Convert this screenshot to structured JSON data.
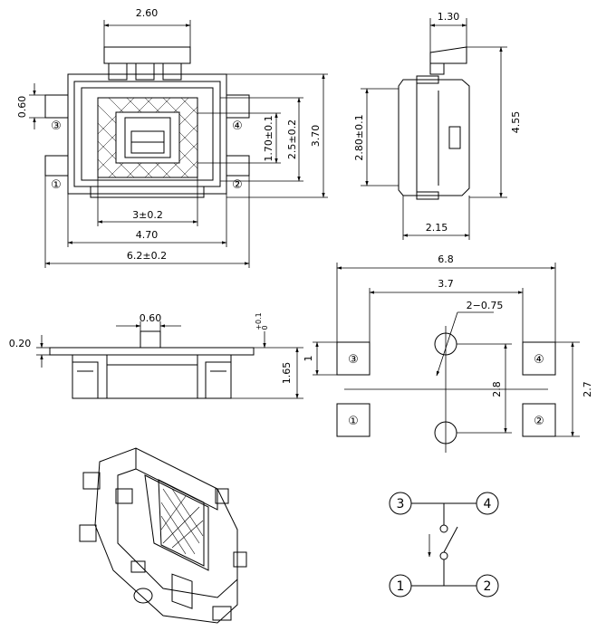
{
  "top_view": {
    "dim_width_actuator": "2.60",
    "dim_height_pin": "0.60",
    "dim_height_inner": "1.70±0.1",
    "dim_height_cap": "2.5±0.2",
    "dim_height_body": "3.70",
    "dim_width_button": "3±0.2",
    "dim_width_body": "4.70",
    "dim_width_total": "6.2±0.2",
    "pin_labels": [
      "①",
      "②",
      "③",
      "④"
    ]
  },
  "right_view": {
    "dim_actuator": "1.30",
    "dim_height_total": "4.55",
    "dim_height_body": "2.80±0.1",
    "dim_width": "2.15"
  },
  "front_view": {
    "dim_actuator": "0.60",
    "dim_tolerance_top": "+0.1",
    "dim_tolerance_bottom": "0",
    "dim_pin_thickness": "0.20",
    "dim_height": "1.65"
  },
  "pcb_layout": {
    "dim_total_width": "6.8",
    "dim_inner_width": "3.7",
    "dim_holes": "2−0.75",
    "dim_pad": "1",
    "dim_pitch": "2.8",
    "dim_pad_span": "2.7",
    "pad_labels": [
      "③",
      "④",
      "①",
      "②"
    ]
  },
  "schematic": {
    "terminals": [
      "3",
      "4",
      "1",
      "2"
    ]
  }
}
